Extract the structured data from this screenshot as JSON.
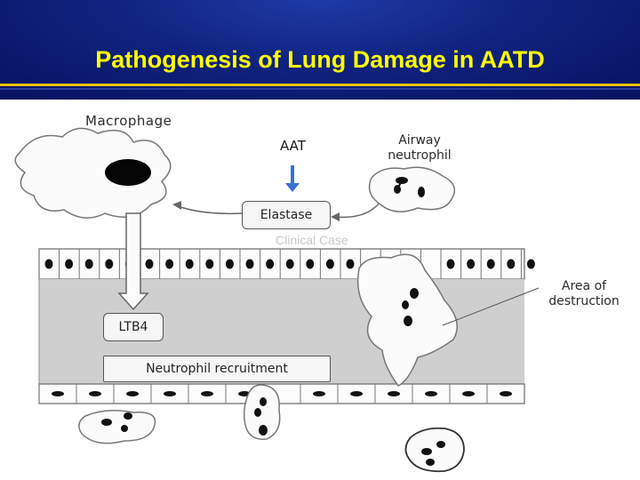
{
  "slide": {
    "title": "Pathogenesis of Lung Damage in AATD",
    "colors": {
      "background": "#0b1a6e",
      "title": "#ffff00",
      "rule": "#e8c400",
      "arrow": "#3a6fd8"
    }
  },
  "diagram": {
    "labels": {
      "macrophage": "Macrophage",
      "aat": "AAT",
      "airway_neutrophil_line1": "Airway",
      "airway_neutrophil_line2": "neutrophil",
      "elastase": "Elastase",
      "ghost_text": "Clinical Case",
      "area_line1": "Area of",
      "area_line2": "destruction",
      "ltb4": "LTB4",
      "recruitment": "Neutrophil recruitment"
    }
  }
}
